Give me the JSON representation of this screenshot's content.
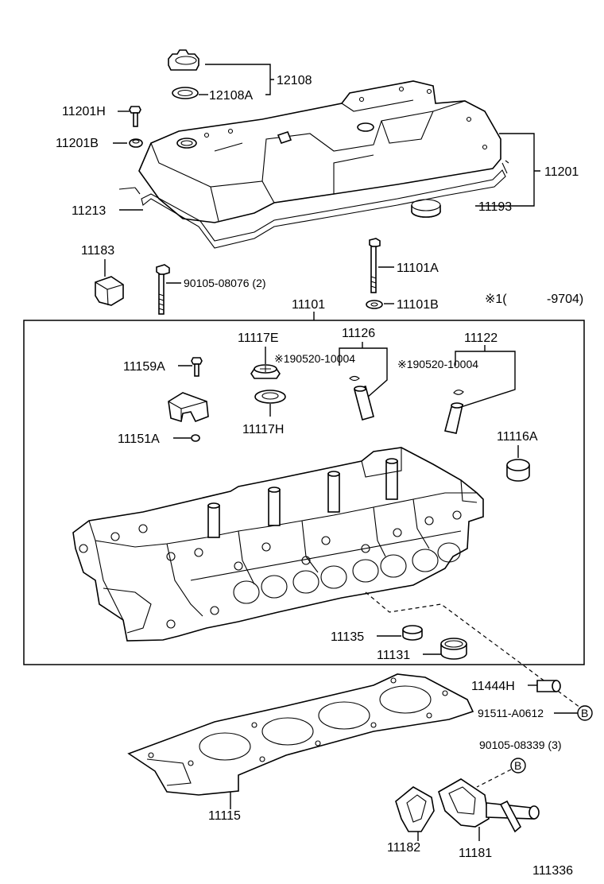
{
  "labels": {
    "p12108": "12108",
    "p12108a": "12108A",
    "p11201h": "11201H",
    "p11201b": "11201B",
    "p11201": "11201",
    "p11213": "11213",
    "p11193": "11193",
    "p11183": "11183",
    "p90105_08076": "90105-08076 (2)",
    "p11101a": "11101A",
    "p11101b": "11101B",
    "p11101": "11101",
    "note_range_start": "※1(",
    "note_range_end": "-9704)",
    "p11117e": "11117E",
    "p11126": "11126",
    "p11122": "11122",
    "p190520_a": "※190520-10004",
    "p190520_b": "※190520-10004",
    "p11159a": "11159A",
    "p11117h": "11117H",
    "p11151a": "11151A",
    "p11116a": "11116A",
    "p11135": "11135",
    "p11131": "11131",
    "p11444h": "11444H",
    "p91511": "91511-A0612",
    "p90105_08339": "90105-08339 (3)",
    "p11115": "11115",
    "p11182": "11182",
    "p11181": "11181",
    "diagram_id": "111336",
    "ref_b1": "B",
    "ref_b2": "B"
  }
}
